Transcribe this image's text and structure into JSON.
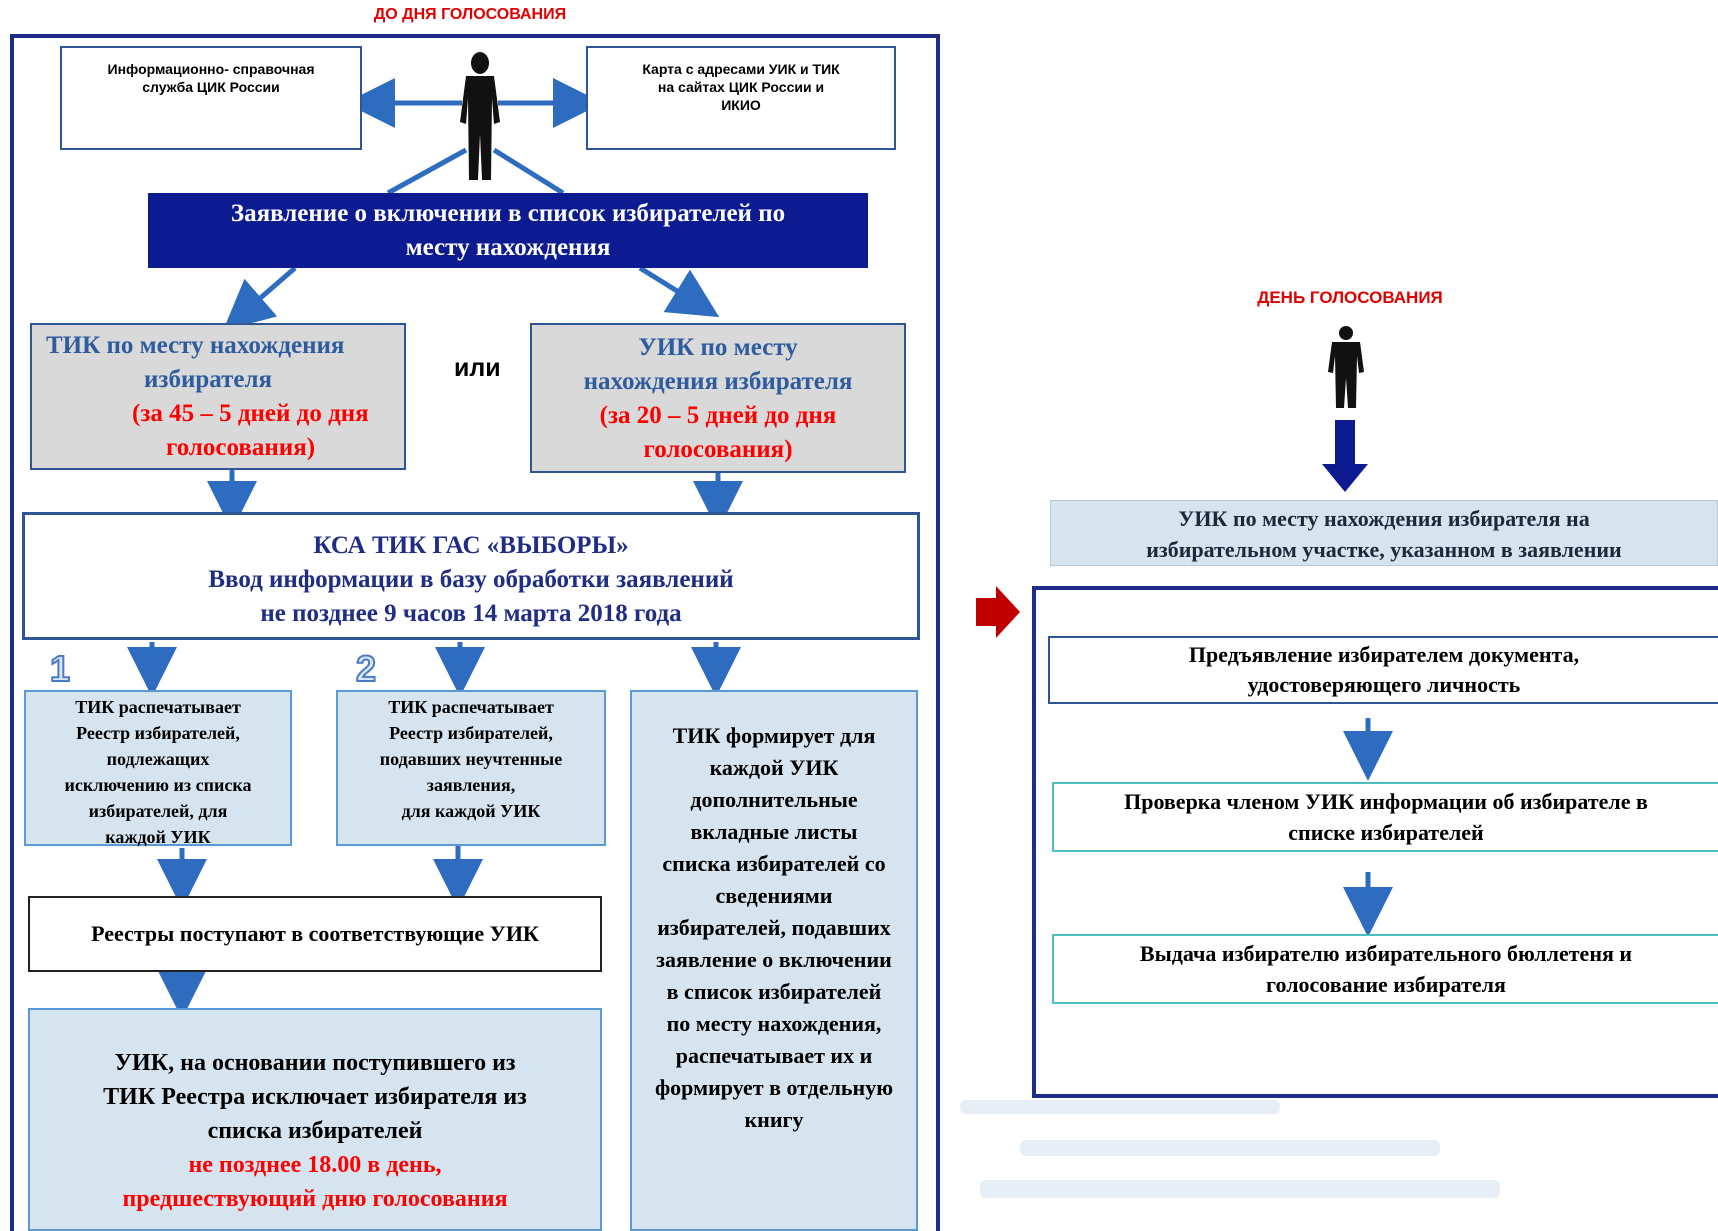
{
  "before": {
    "header": "ДО ДНЯ ГОЛОСОВАНИЯ",
    "info_service": [
      "Информационно-  справочная",
      "служба ЦИК  России"
    ],
    "map_box": [
      "Карта с адресами УИК и  ТИК",
      "на сайтах ЦИК России и",
      "ИКИО"
    ],
    "application": [
      "Заявление о включении в список избирателей по",
      "месту  нахождения"
    ],
    "tik_box": {
      "line1": "ТИК по месту нахождения",
      "line2": "избирателя",
      "red1": "(за 45 – 5 дней до дня",
      "red2": "голосования)"
    },
    "or_label": "или",
    "uik_box": {
      "line1": "УИК по месту",
      "line2": "нахождения избирателя",
      "red1": "(за 20 – 5 дней до дня",
      "red2": "голосования)"
    },
    "ksa_box": [
      "КСА ТИК ГАС «ВЫБОРЫ»",
      "Ввод информации в базу обработки заявлений",
      "не позднее 9 часов 14 марта 2018 года"
    ],
    "num1": "1",
    "num2": "2",
    "box1": [
      "ТИК распечатывает",
      "Реестр избирателей,",
      "подлежащих",
      "исключению из списка",
      "избирателей, для",
      "каждой УИК"
    ],
    "box2": [
      "ТИК распечатывает",
      "Реестр избирателей,",
      "подавших неучтенные",
      "заявления,",
      "для каждой УИК"
    ],
    "box3": [
      "ТИК формирует  для",
      "каждой УИК",
      "дополнительные",
      "вкладные листы",
      "списка избирателей со",
      "сведениями",
      "избирателей, подавших",
      "заявление о включении",
      "в список избирателей",
      "по месту нахождения,",
      "распечатывает их и",
      "формирует в отдельную",
      "книгу"
    ],
    "registries": "Реестры поступают в  соответствующие УИК",
    "final_box": {
      "lines": [
        "УИК, на основании поступившего из",
        "ТИК  Реестра исключает избирателя из",
        "списка  избирателей"
      ],
      "red_lines": [
        "не позднее 18.00 в день,",
        "предшествующий дню  голосования"
      ]
    }
  },
  "day": {
    "header": "ДЕНЬ ГОЛОСОВАНИЯ",
    "uik_station": [
      "УИК по месту нахождения избирателя  на",
      "избирательном участке, указанном в  заявлении"
    ],
    "step1": [
      "Предъявление избирателем документа,",
      "удостоверяющего личность"
    ],
    "step2": [
      "Проверка членом УИК информации об избирателе  в",
      "списке избирателей"
    ],
    "step3": [
      "Выдача избирателю избирательного бюллетеня  и",
      "голосование избирателя"
    ]
  },
  "colors": {
    "frame": "#1f2d86",
    "navy_fill": "#0c1b8f",
    "blue_text": "#2e5c9e",
    "red_text": "#ff0000",
    "grey_fill": "#d9d9d9",
    "light_fill": "#d6e4ef",
    "arrow": "#2e6cc0",
    "red_arrow": "#c00000"
  },
  "icons": [
    "person-icon",
    "arrow-down-icon",
    "red-arrow-right-icon"
  ]
}
